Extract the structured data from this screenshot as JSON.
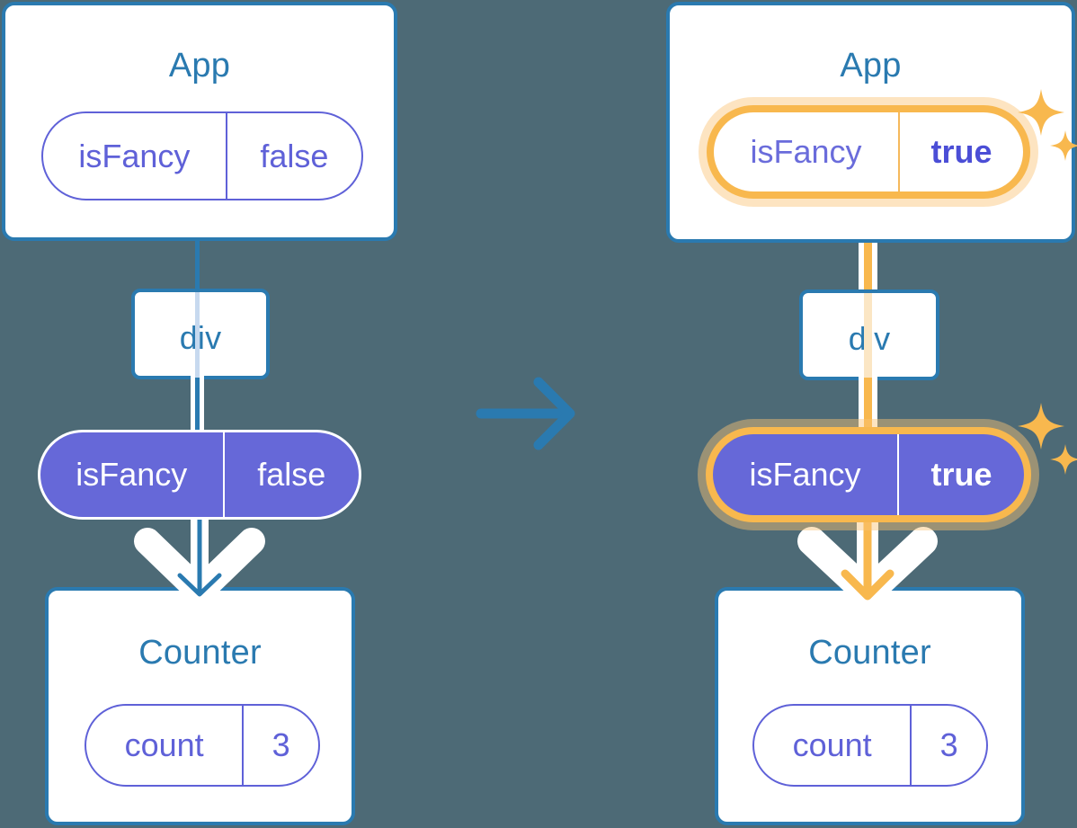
{
  "diagram": {
    "title": "React state propagation: isFancy false to true",
    "colors": {
      "background": "#4d6a76",
      "card_border": "#2a7ab0",
      "card_title": "#2a7ab0",
      "pill_purple": "#6668d8",
      "pill_outline": "#5f61d8",
      "highlight_orange": "#f8b84e",
      "highlight_glow": "#fbd9a4",
      "arrow_white": "#ffffff",
      "arrow_blue": "#2a7ab0",
      "arrow_orange": "#f8b84e"
    },
    "transition_arrow": "right-arrow-icon"
  },
  "before": {
    "app_card": {
      "title": "App",
      "state": {
        "key": "isFancy",
        "value": "false"
      }
    },
    "div_node": {
      "label": "div"
    },
    "prop_pill": {
      "key": "isFancy",
      "value": "false"
    },
    "counter_card": {
      "title": "Counter",
      "state": {
        "key": "count",
        "value": "3"
      }
    }
  },
  "after": {
    "app_card": {
      "title": "App",
      "state": {
        "key": "isFancy",
        "value": "true"
      }
    },
    "div_node": {
      "label": "div"
    },
    "prop_pill": {
      "key": "isFancy",
      "value": "true"
    },
    "counter_card": {
      "title": "Counter",
      "state": {
        "key": "count",
        "value": "3"
      }
    },
    "sparkle_icons": [
      "sparkle-large-icon",
      "sparkle-small-icon"
    ]
  }
}
